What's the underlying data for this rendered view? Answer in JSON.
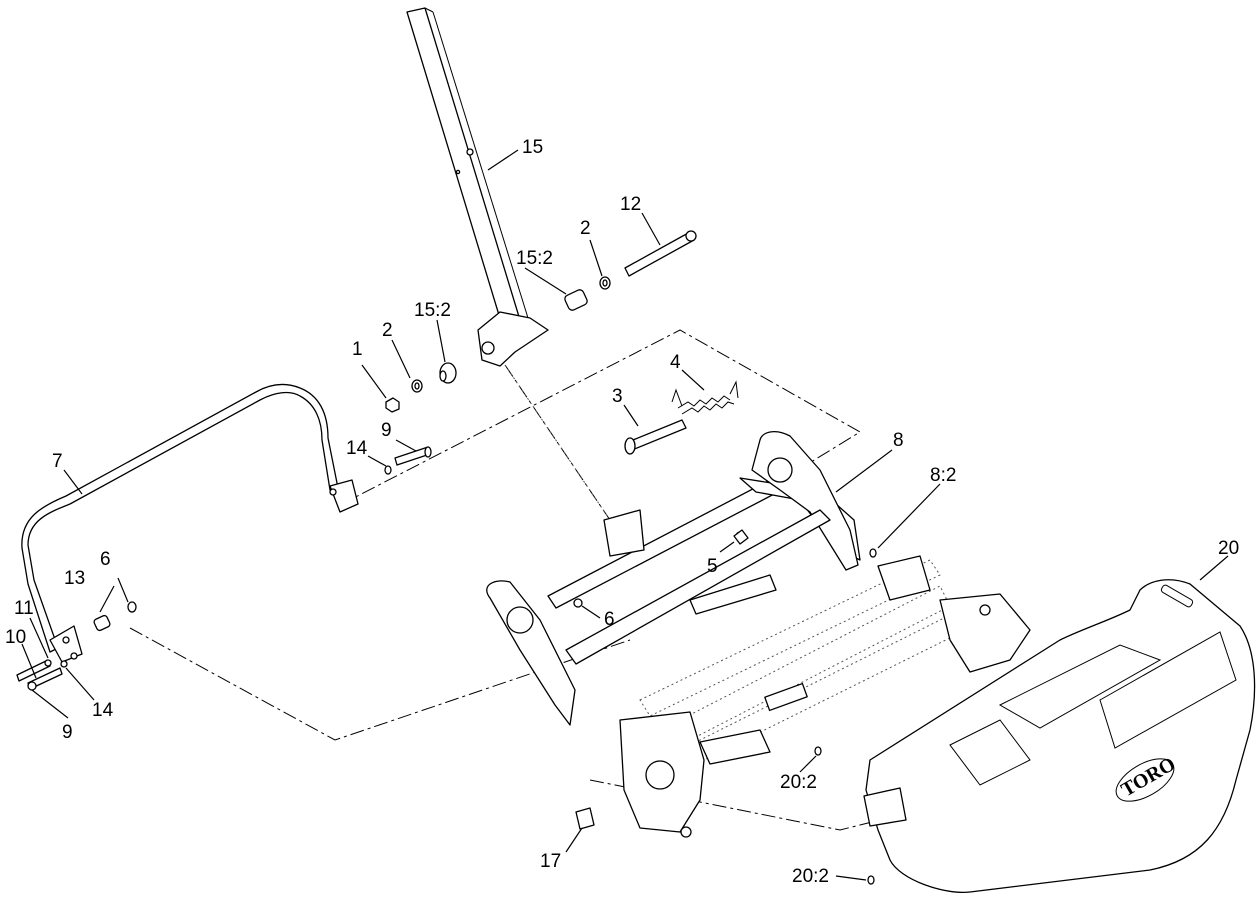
{
  "callouts": [
    {
      "id": "c15",
      "text": "15"
    },
    {
      "id": "c12",
      "text": "12"
    },
    {
      "id": "c2a",
      "text": "2"
    },
    {
      "id": "c152a",
      "text": "15:2"
    },
    {
      "id": "c152b",
      "text": "15:2"
    },
    {
      "id": "c2b",
      "text": "2"
    },
    {
      "id": "c1",
      "text": "1"
    },
    {
      "id": "c4",
      "text": "4"
    },
    {
      "id": "c3",
      "text": "3"
    },
    {
      "id": "c9a",
      "text": "9"
    },
    {
      "id": "c14a",
      "text": "14"
    },
    {
      "id": "c7",
      "text": "7"
    },
    {
      "id": "c8",
      "text": "8"
    },
    {
      "id": "c82",
      "text": "8:2"
    },
    {
      "id": "c20",
      "text": "20"
    },
    {
      "id": "c5",
      "text": "5"
    },
    {
      "id": "c6a",
      "text": "6"
    },
    {
      "id": "c13",
      "text": "13"
    },
    {
      "id": "c6b",
      "text": "6"
    },
    {
      "id": "c11",
      "text": "11"
    },
    {
      "id": "c10",
      "text": "10"
    },
    {
      "id": "c14b",
      "text": "14"
    },
    {
      "id": "c9b",
      "text": "9"
    },
    {
      "id": "c202a",
      "text": "20:2"
    },
    {
      "id": "c17",
      "text": "17"
    },
    {
      "id": "c202b",
      "text": "20:2"
    }
  ],
  "logo": {
    "text": "TORO"
  }
}
